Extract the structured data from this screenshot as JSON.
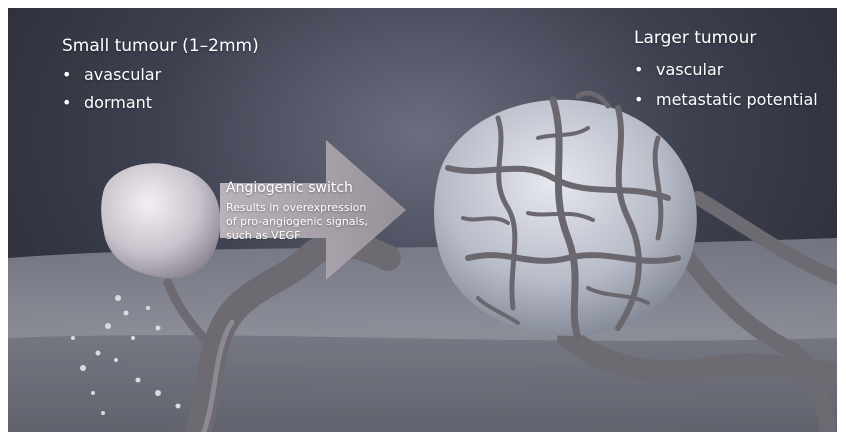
{
  "small_tumour": {
    "heading": "Small tumour (1–2mm)",
    "bullets": [
      "avascular",
      "dormant"
    ]
  },
  "large_tumour": {
    "heading": "Larger tumour",
    "bullets": [
      "vascular",
      "metastatic potential"
    ]
  },
  "arrow": {
    "title": "Angiogenic switch",
    "note_lines": [
      "Results in overexpression",
      "of pro-angiogenic signals,",
      "such as VEGF"
    ]
  },
  "colors": {
    "background_dark": "#2a2b34",
    "floor": "#8d8f9a",
    "tumour": "#c9ccd6",
    "vessel": "#6d6a72",
    "arrow": "#a9a1a8",
    "text": "#ffffff"
  }
}
